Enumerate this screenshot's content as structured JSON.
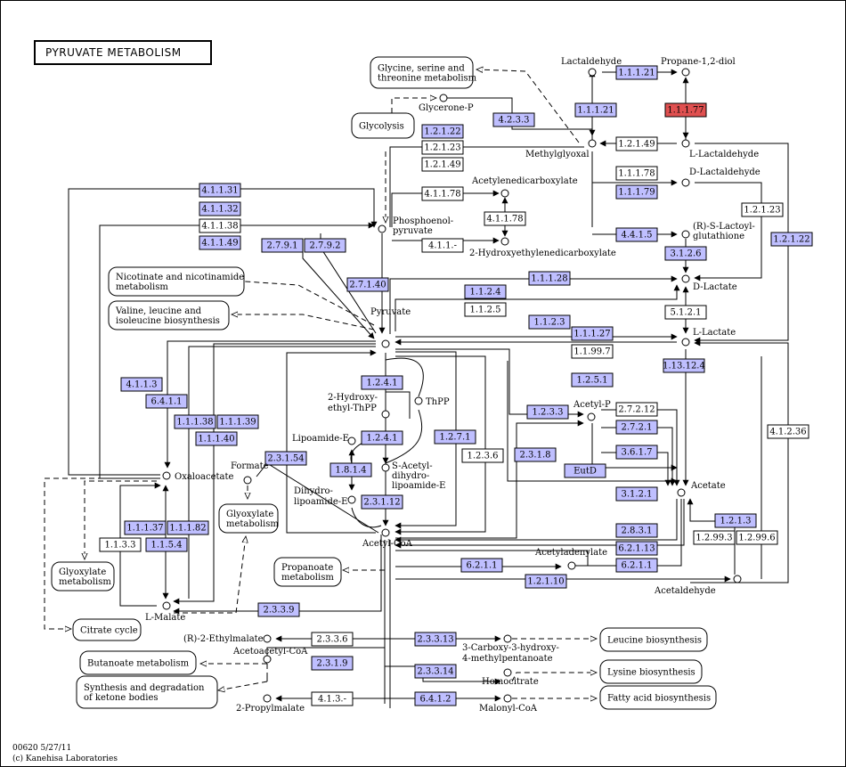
{
  "title": "PYRUVATE METABOLISM",
  "footer": {
    "line1": "00620 5/27/11",
    "line2": "(c) Kanehisa Laboratories"
  },
  "colors": {
    "enzyme_found": "#bfbfff",
    "enzyme_none": "#ffffff",
    "enzyme_highlight": "#e05050",
    "stroke": "#000000"
  },
  "enzymes": [
    {
      "id": "e1.1.1.21a",
      "label": "1.1.1.21",
      "type": "found"
    },
    {
      "id": "e1.1.1.21b",
      "label": "1.1.1.21",
      "type": "found"
    },
    {
      "id": "e1.1.1.77",
      "label": "1.1.1.77",
      "type": "highlight"
    },
    {
      "id": "e4.2.3.3",
      "label": "4.2.3.3",
      "type": "found"
    },
    {
      "id": "e1.2.1.22a",
      "label": "1.2.1.22",
      "type": "found"
    },
    {
      "id": "e1.2.1.23a",
      "label": "1.2.1.23",
      "type": "none"
    },
    {
      "id": "e1.2.1.49a",
      "label": "1.2.1.49",
      "type": "none"
    },
    {
      "id": "e1.2.1.49b",
      "label": "1.2.1.49",
      "type": "none"
    },
    {
      "id": "e1.1.1.78",
      "label": "1.1.1.78",
      "type": "none"
    },
    {
      "id": "e1.1.1.79",
      "label": "1.1.1.79",
      "type": "found"
    },
    {
      "id": "e1.2.1.23b",
      "label": "1.2.1.23",
      "type": "none"
    },
    {
      "id": "e4.4.1.5",
      "label": "4.4.1.5",
      "type": "found"
    },
    {
      "id": "e1.2.1.22b",
      "label": "1.2.1.22",
      "type": "found"
    },
    {
      "id": "e3.1.2.6",
      "label": "3.1.2.6",
      "type": "found"
    },
    {
      "id": "e4.1.1.31",
      "label": "4.1.1.31",
      "type": "found"
    },
    {
      "id": "e4.1.1.32",
      "label": "4.1.1.32",
      "type": "found"
    },
    {
      "id": "e4.1.1.38",
      "label": "4.1.1.38",
      "type": "none"
    },
    {
      "id": "e4.1.1.49",
      "label": "4.1.1.49",
      "type": "found"
    },
    {
      "id": "e4.1.1.78a",
      "label": "4.1.1.78",
      "type": "none"
    },
    {
      "id": "e4.1.1.78b",
      "label": "4.1.1.78",
      "type": "none"
    },
    {
      "id": "e4.1.1.-",
      "label": "4.1.1.-",
      "type": "none"
    },
    {
      "id": "e2.7.9.1",
      "label": "2.7.9.1",
      "type": "found"
    },
    {
      "id": "e2.7.9.2",
      "label": "2.7.9.2",
      "type": "found"
    },
    {
      "id": "e2.7.1.40",
      "label": "2.7.1.40",
      "type": "found"
    },
    {
      "id": "e1.1.1.28",
      "label": "1.1.1.28",
      "type": "found"
    },
    {
      "id": "e1.1.2.4",
      "label": "1.1.2.4",
      "type": "found"
    },
    {
      "id": "e1.1.2.5",
      "label": "1.1.2.5",
      "type": "none"
    },
    {
      "id": "e5.1.2.1",
      "label": "5.1.2.1",
      "type": "none"
    },
    {
      "id": "e1.1.2.3",
      "label": "1.1.2.3",
      "type": "found"
    },
    {
      "id": "e1.1.1.27",
      "label": "1.1.1.27",
      "type": "found"
    },
    {
      "id": "e1.1.99.7",
      "label": "1.1.99.7",
      "type": "none"
    },
    {
      "id": "e1.13.12.4",
      "label": "1.13.12.4",
      "type": "found"
    },
    {
      "id": "e4.1.1.3",
      "label": "4.1.1.3",
      "type": "found"
    },
    {
      "id": "e6.4.1.1",
      "label": "6.4.1.1",
      "type": "found"
    },
    {
      "id": "e1.1.1.38",
      "label": "1.1.1.38",
      "type": "found"
    },
    {
      "id": "e1.1.1.39",
      "label": "1.1.1.39",
      "type": "found"
    },
    {
      "id": "e1.1.1.40",
      "label": "1.1.1.40",
      "type": "found"
    },
    {
      "id": "e1.2.4.1a",
      "label": "1.2.4.1",
      "type": "found"
    },
    {
      "id": "e1.2.4.1b",
      "label": "1.2.4.1",
      "type": "found"
    },
    {
      "id": "e2.3.1.54",
      "label": "2.3.1.54",
      "type": "found"
    },
    {
      "id": "e1.8.1.4",
      "label": "1.8.1.4",
      "type": "found"
    },
    {
      "id": "e2.3.1.12",
      "label": "2.3.1.12",
      "type": "found"
    },
    {
      "id": "e1.2.7.1",
      "label": "1.2.7.1",
      "type": "found"
    },
    {
      "id": "e1.2.3.6",
      "label": "1.2.3.6",
      "type": "none"
    },
    {
      "id": "e1.2.5.1",
      "label": "1.2.5.1",
      "type": "found"
    },
    {
      "id": "e1.2.3.3",
      "label": "1.2.3.3",
      "type": "found"
    },
    {
      "id": "e2.7.2.12",
      "label": "2.7.2.12",
      "type": "none"
    },
    {
      "id": "e2.7.2.1",
      "label": "2.7.2.1",
      "type": "found"
    },
    {
      "id": "e3.6.1.7",
      "label": "3.6.1.7",
      "type": "found"
    },
    {
      "id": "e2.3.1.8",
      "label": "2.3.1.8",
      "type": "found"
    },
    {
      "id": "eEutD",
      "label": "EutD",
      "type": "found"
    },
    {
      "id": "e3.1.2.1",
      "label": "3.1.2.1",
      "type": "found"
    },
    {
      "id": "e4.1.2.36",
      "label": "4.1.2.36",
      "type": "none"
    },
    {
      "id": "e1.2.1.3",
      "label": "1.2.1.3",
      "type": "found"
    },
    {
      "id": "e1.2.99.3",
      "label": "1.2.99.3",
      "type": "none"
    },
    {
      "id": "e1.2.99.6",
      "label": "1.2.99.6",
      "type": "none"
    },
    {
      "id": "e2.8.3.1",
      "label": "2.8.3.1",
      "type": "found"
    },
    {
      "id": "e6.2.1.13",
      "label": "6.2.1.13",
      "type": "found"
    },
    {
      "id": "e6.2.1.1a",
      "label": "6.2.1.1",
      "type": "found"
    },
    {
      "id": "e6.2.1.1b",
      "label": "6.2.1.1",
      "type": "found"
    },
    {
      "id": "e1.2.1.10",
      "label": "1.2.1.10",
      "type": "found"
    },
    {
      "id": "e1.1.1.37",
      "label": "1.1.1.37",
      "type": "found"
    },
    {
      "id": "e1.1.1.82",
      "label": "1.1.1.82",
      "type": "found"
    },
    {
      "id": "e1.1.3.3",
      "label": "1.1.3.3",
      "type": "none"
    },
    {
      "id": "e1.1.5.4",
      "label": "1.1.5.4",
      "type": "found"
    },
    {
      "id": "e2.3.3.9",
      "label": "2.3.3.9",
      "type": "found"
    },
    {
      "id": "e2.3.3.6",
      "label": "2.3.3.6",
      "type": "none"
    },
    {
      "id": "e2.3.1.9",
      "label": "2.3.1.9",
      "type": "found"
    },
    {
      "id": "e4.1.3.-",
      "label": "4.1.3.-",
      "type": "none"
    },
    {
      "id": "e2.3.3.13",
      "label": "2.3.3.13",
      "type": "found"
    },
    {
      "id": "e2.3.3.14",
      "label": "2.3.3.14",
      "type": "found"
    },
    {
      "id": "e6.4.1.2",
      "label": "6.4.1.2",
      "type": "found"
    }
  ],
  "compounds": [
    {
      "id": "lactaldehyde",
      "label": "Lactaldehyde"
    },
    {
      "id": "propanediol",
      "label": "Propane-1,2-diol"
    },
    {
      "id": "glyceroneP",
      "label": "Glycerone-P"
    },
    {
      "id": "methylglyoxal",
      "label": "Methylglyoxal"
    },
    {
      "id": "llactaldehyde",
      "label": "L-Lactaldehyde"
    },
    {
      "id": "dlactaldehyde",
      "label": "D-Lactaldehyde"
    },
    {
      "id": "acetylenedicarboxylate",
      "label": "Acetylenedicarboxylate"
    },
    {
      "id": "pep1",
      "label": "Phosphoenol-"
    },
    {
      "id": "pep2",
      "label": "pyruvate"
    },
    {
      "id": "hydroxyethylene",
      "label": "2-Hydroxyethylenedicarboxylate"
    },
    {
      "id": "slactoyl1",
      "label": "(R)-S-Lactoyl-"
    },
    {
      "id": "slactoyl2",
      "label": "glutathione"
    },
    {
      "id": "dlactate",
      "label": "D-Lactate"
    },
    {
      "id": "llactate",
      "label": "L-Lactate"
    },
    {
      "id": "pyruvate",
      "label": "Pyruvate"
    },
    {
      "id": "hthpp1",
      "label": "2-Hydroxy-"
    },
    {
      "id": "hthpp2",
      "label": "ethyl-ThPP"
    },
    {
      "id": "thpp",
      "label": "ThPP"
    },
    {
      "id": "lipoamideE",
      "label": "Lipoamide-E"
    },
    {
      "id": "sacetyl1",
      "label": "S-Acetyl-"
    },
    {
      "id": "sacetyl2",
      "label": "dihydro-"
    },
    {
      "id": "sacetyl3",
      "label": "lipoamide-E"
    },
    {
      "id": "dihydro1",
      "label": "Dihydro-"
    },
    {
      "id": "dihydro2",
      "label": "lipoamide-E"
    },
    {
      "id": "acetylcoa",
      "label": "Acetyl-CoA"
    },
    {
      "id": "acetylp",
      "label": "Acetyl-P"
    },
    {
      "id": "acetate",
      "label": "Acetate"
    },
    {
      "id": "acetyladenylate",
      "label": "Acetyladenylate"
    },
    {
      "id": "acetaldehyde",
      "label": "Acetaldehyde"
    },
    {
      "id": "oxaloacetate",
      "label": "Oxaloacetate"
    },
    {
      "id": "formate",
      "label": "Formate"
    },
    {
      "id": "lmalate",
      "label": "L-Malate"
    },
    {
      "id": "ethylmalate",
      "label": "(R)-2-Ethylmalate"
    },
    {
      "id": "acetoacetylcoa",
      "label": "Acetoacetyl-CoA"
    },
    {
      "id": "propylmalate",
      "label": "2-Propylmalate"
    },
    {
      "id": "carboxy1",
      "label": "3-Carboxy-3-hydroxy-"
    },
    {
      "id": "carboxy2",
      "label": "4-methylpentanoate"
    },
    {
      "id": "homocitrate",
      "label": "Homocitrate"
    },
    {
      "id": "malonylcoa",
      "label": "Malonyl-CoA"
    }
  ],
  "pathways": [
    {
      "id": "glycine",
      "lines": [
        "Glycine, serine and",
        "threonine metabolism"
      ]
    },
    {
      "id": "glycolysis",
      "lines": [
        "Glycolysis"
      ]
    },
    {
      "id": "nicotinate",
      "lines": [
        "Nicotinate and nicotinamide",
        "metabolism"
      ]
    },
    {
      "id": "valine",
      "lines": [
        "Valine, leucine and",
        "isoleucine biosynthesis"
      ]
    },
    {
      "id": "glyoxylate1",
      "lines": [
        "Glyoxylate",
        "metabolism"
      ]
    },
    {
      "id": "propanoate",
      "lines": [
        "Propanoate",
        "metabolism"
      ]
    },
    {
      "id": "glyoxylate2",
      "lines": [
        "Glyoxylate",
        "metabolism"
      ]
    },
    {
      "id": "citrate",
      "lines": [
        "Citrate cycle"
      ]
    },
    {
      "id": "butanoate",
      "lines": [
        "Butanoate metabolism"
      ]
    },
    {
      "id": "ketone",
      "lines": [
        "Synthesis and degradation",
        "of ketone bodies"
      ]
    },
    {
      "id": "leucine",
      "lines": [
        "Leucine biosynthesis"
      ]
    },
    {
      "id": "lysine",
      "lines": [
        "Lysine biosynthesis"
      ]
    },
    {
      "id": "fatty",
      "lines": [
        "Fatty acid biosynthesis"
      ]
    }
  ]
}
